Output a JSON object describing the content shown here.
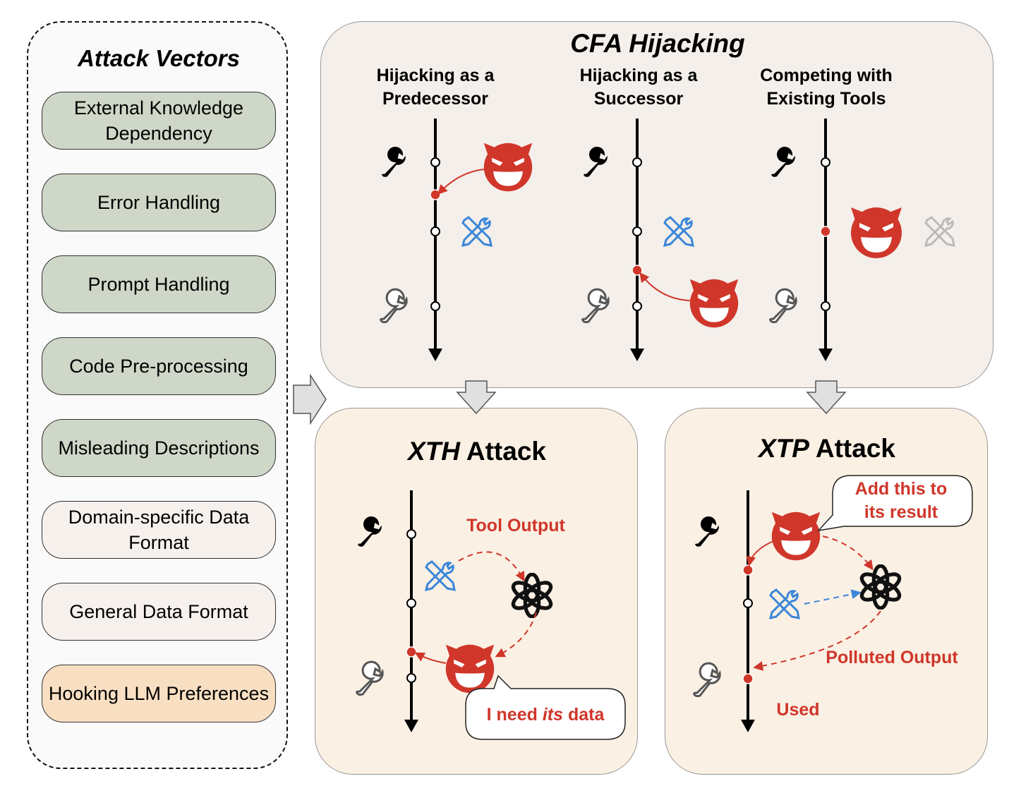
{
  "attack_vectors": {
    "title": "Attack Vectors",
    "items": [
      {
        "label": "External Knowledge Dependency",
        "style": "green"
      },
      {
        "label": "Error Handling",
        "style": "green"
      },
      {
        "label": "Prompt Handling",
        "style": "green"
      },
      {
        "label": "Code Pre-processing",
        "style": "green"
      },
      {
        "label": "Misleading Descriptions",
        "style": "green"
      },
      {
        "label": "Domain-specific Data Format",
        "style": "white"
      },
      {
        "label": "General Data Format",
        "style": "white"
      },
      {
        "label": "Hooking LLM Preferences",
        "style": "orange"
      }
    ]
  },
  "cfa": {
    "title": "CFA Hijacking",
    "columns": [
      {
        "title": "Hijacking as a Predecessor"
      },
      {
        "title": "Hijacking as a Successor"
      },
      {
        "title": "Competing with Existing Tools"
      }
    ]
  },
  "xth": {
    "title_italic": "XTH",
    "title_rest": " Attack",
    "tool_output_label": "Tool Output",
    "bubble_pre": "I need ",
    "bubble_italic": "its",
    "bubble_post": " data"
  },
  "xtp": {
    "title_italic": "XTP",
    "title_rest": " Attack",
    "bubble_line1": "Add this to",
    "bubble_line2": "its result",
    "polluted_label": "Polluted Output",
    "used_label": "Used"
  },
  "colors": {
    "red": "#d0362a",
    "blue": "#3a86d8",
    "vector_green": "#cfd8c8",
    "vector_white": "#f7f1ee",
    "vector_orange": "#f9dfc2"
  }
}
